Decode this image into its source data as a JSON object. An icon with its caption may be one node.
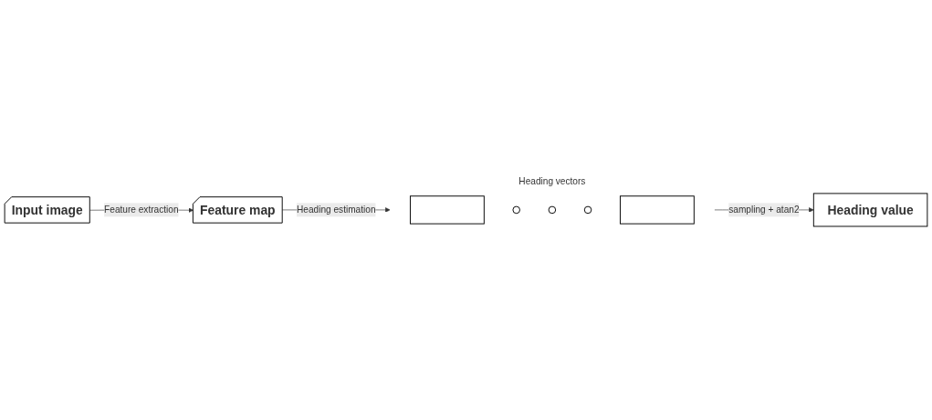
{
  "diagram": {
    "nodes": [
      {
        "text": [
          "Input image"
        ]
      },
      {
        "text": [
          "Feature map"
        ]
      },
      {
        "text": [
          "Heading vectors"
        ]
      },
      {
        "text": [],
        "shape": "bar",
        "in": 2
      },
      {
        "text": [],
        "shape": "circle",
        "in": 2
      },
      {
        "text": [],
        "shape": "circle",
        "in": 2
      },
      {
        "text": [],
        "shape": "circle",
        "in": 2
      },
      {
        "text": [],
        "shape": "bar",
        "in": 2
      },
      {
        "text": [
          "Heading value"
        ]
      }
    ],
    "edges": [
      {
        "from": 0,
        "to": 1,
        "arrow": "to",
        "label": "Feature extraction"
      },
      {
        "from": 1,
        "to": 2,
        "arrow": "to",
        "label": "Heading estimation"
      },
      {
        "from": 2,
        "to": 8,
        "arrow": "to",
        "label": "sampling + atan2"
      }
    ]
  }
}
